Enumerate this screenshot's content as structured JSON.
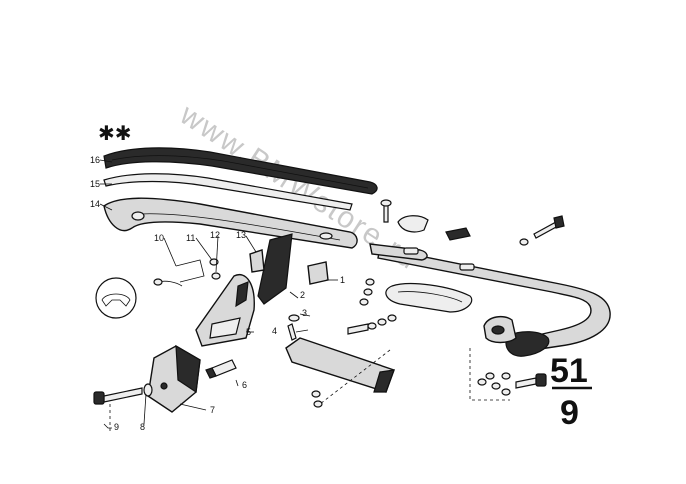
{
  "diagram": {
    "stars": "✱✱",
    "group_number_top": "51",
    "group_number_bottom": "9",
    "watermark": "www.BMWstore.ru",
    "callouts": [
      {
        "id": "c1",
        "label": "1"
      },
      {
        "id": "c2",
        "label": "2"
      },
      {
        "id": "c3",
        "label": "3"
      },
      {
        "id": "c4",
        "label": "4"
      },
      {
        "id": "c5",
        "label": "5"
      },
      {
        "id": "c6",
        "label": "6"
      },
      {
        "id": "c7",
        "label": "7"
      },
      {
        "id": "c8",
        "label": "8"
      },
      {
        "id": "c9",
        "label": "9"
      },
      {
        "id": "c10",
        "label": "10"
      },
      {
        "id": "c11",
        "label": "11"
      },
      {
        "id": "c12",
        "label": "12"
      },
      {
        "id": "c13",
        "label": "13"
      },
      {
        "id": "c14",
        "label": "14"
      },
      {
        "id": "c15",
        "label": "15"
      },
      {
        "id": "c16",
        "label": "16"
      }
    ]
  }
}
